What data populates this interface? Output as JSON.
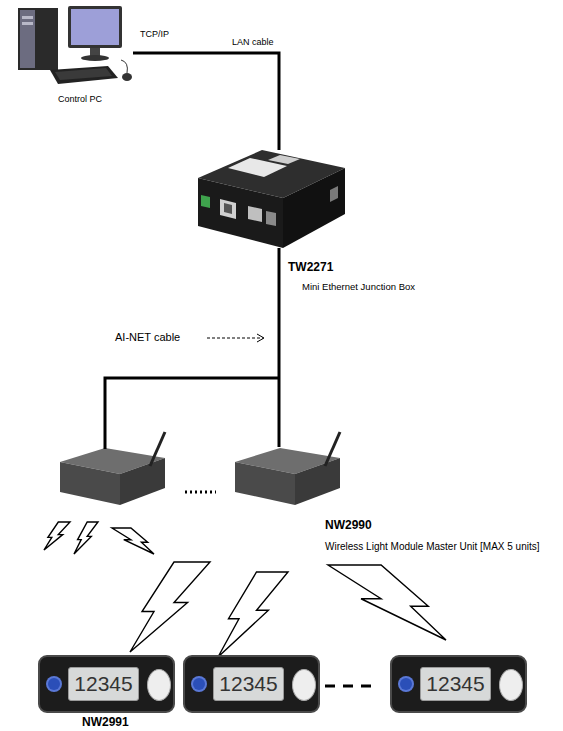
{
  "diagram": {
    "nodes": [
      {
        "text": [
          "Control PC"
        ]
      },
      {
        "text": [
          "TW2271",
          "Mini Ethernet Junction Box"
        ]
      },
      {
        "text": [
          "NW2990",
          "Wireless Light Module Master Unit [MAX 5 units]"
        ]
      },
      {
        "text": [
          "12345"
        ]
      },
      {
        "text": [
          "12345"
        ]
      },
      {
        "text": [
          "12345"
        ]
      }
    ],
    "edges": [
      {
        "from": 0,
        "to": 1,
        "arrow": "none",
        "label": "LAN cable"
      },
      {
        "from": 1,
        "to": 2,
        "arrow": "none"
      }
    ],
    "labels": [
      "TCP/IP",
      "AI-NET cable",
      "NW2991"
    ]
  }
}
